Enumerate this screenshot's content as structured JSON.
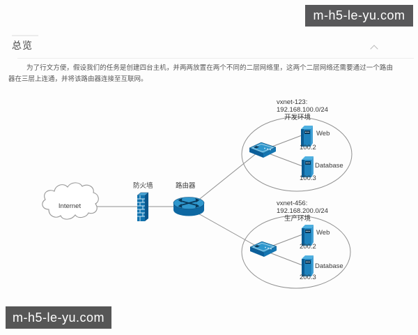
{
  "watermarks": {
    "top": "m-h5-le-yu.com",
    "bottom": "m-h5-le-yu.com"
  },
  "section": {
    "title": "总览"
  },
  "intro": {
    "text": "为了行文方便，假设我们的任务是创建四台主机，并两两放置在两个不同的二层网络里，这两个二层网络还需要通过一个路由器在三层上连通，并将该路由器连接至互联网。"
  },
  "diagram": {
    "internet": {
      "label": "Internet"
    },
    "firewall": {
      "label": "防火墙"
    },
    "router": {
      "label": "路由器"
    },
    "networks": [
      {
        "name": "vxnet-123:",
        "cidr": "192.168.100.0/24",
        "environment": "开发环境",
        "hosts": [
          {
            "role": "Web",
            "ip": "100.2"
          },
          {
            "role": "Database",
            "ip": "100.3"
          }
        ]
      },
      {
        "name": "vxnet-456:",
        "cidr": "192.168.200.0/24",
        "environment": "生产环境",
        "hosts": [
          {
            "role": "Web",
            "ip": "200.2"
          },
          {
            "role": "Database",
            "ip": "200.3"
          }
        ]
      }
    ],
    "icons": {
      "collapse": "chevron-up",
      "internet": "cloud",
      "firewall": "brick-wall",
      "router": "cisco-router",
      "switch": "layer2-switch",
      "host": "tower-server"
    },
    "colors": {
      "device_blue": "#1577b5",
      "device_blue_light": "#2f97cd",
      "device_blue_dark": "#0c5c92",
      "line_gray": "#8f8f8f",
      "watermark_bg": "#58585a"
    }
  }
}
